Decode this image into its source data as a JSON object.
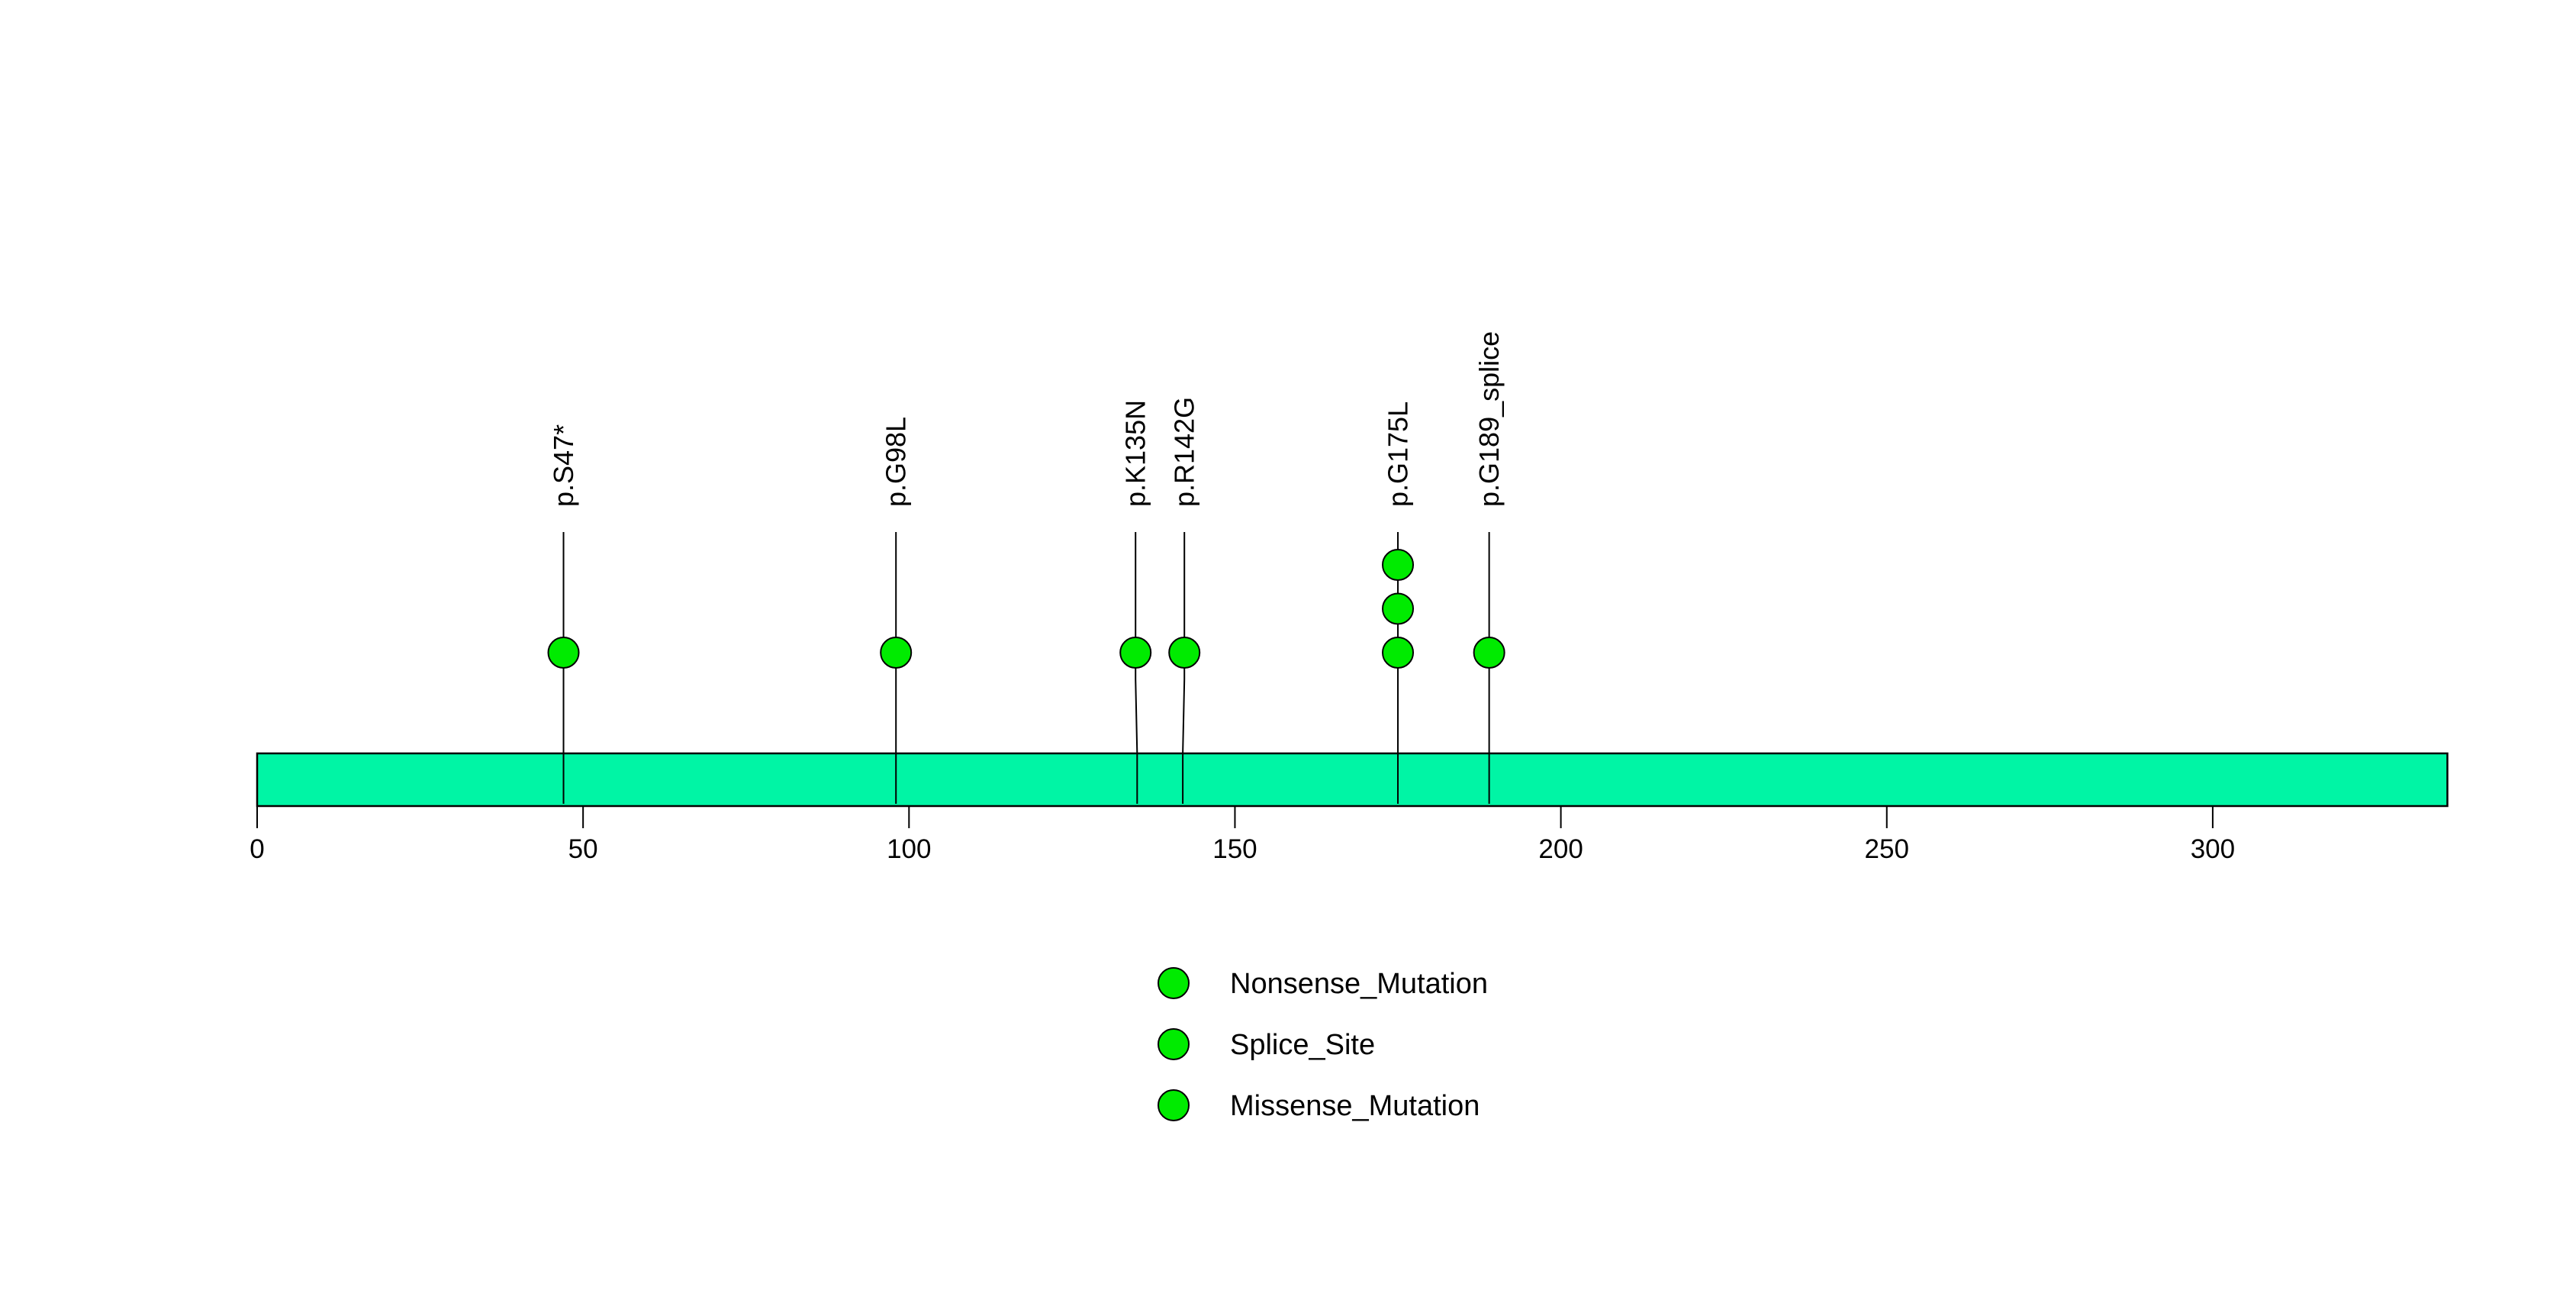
{
  "chart_data": {
    "type": "lollipop",
    "title": "",
    "xlabel": "",
    "ylabel": "",
    "protein_length": 336,
    "xlim": [
      0,
      336
    ],
    "grid": false,
    "legend_position": "bottom-center",
    "axis_ticks": [
      0,
      50,
      100,
      150,
      200,
      250,
      300
    ],
    "mutations": [
      {
        "label": "p.S47*",
        "position": 47,
        "count": 1,
        "type": "Nonsense_Mutation"
      },
      {
        "label": "p.G98L",
        "position": 98,
        "count": 1,
        "type": "Missense_Mutation"
      },
      {
        "label": "p.K135N",
        "position": 135,
        "count": 1,
        "type": "Missense_Mutation"
      },
      {
        "label": "p.R142G",
        "position": 142,
        "count": 1,
        "type": "Missense_Mutation"
      },
      {
        "label": "p.G175L",
        "position": 175,
        "count": 3,
        "type": "Missense_Mutation"
      },
      {
        "label": "p.G189_splice",
        "position": 189,
        "count": 1,
        "type": "Splice_Site"
      }
    ],
    "legend": [
      {
        "label": "Nonsense_Mutation",
        "color": "#00EB00"
      },
      {
        "label": "Splice_Site",
        "color": "#00EB00"
      },
      {
        "label": "Missense_Mutation",
        "color": "#00EB00"
      }
    ],
    "colors": {
      "mutation_dot": "#00EB00",
      "protein_bar": "#00F5A5",
      "stem": "#000000",
      "outline": "#000000",
      "text": "#000000",
      "background": "#FFFFFF"
    }
  }
}
